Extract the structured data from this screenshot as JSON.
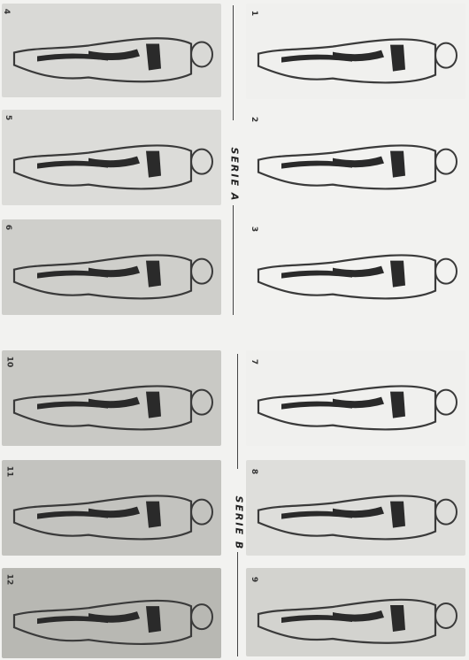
{
  "series": [
    {
      "label": "SERIE A",
      "left_panels": [
        {
          "number": "4",
          "shade": "#d9d9d6"
        },
        {
          "number": "5",
          "shade": "#dcdcd9"
        },
        {
          "number": "6",
          "shade": "#cfcfcb"
        }
      ],
      "right_panels": [
        {
          "number": "1",
          "shade": "#f0f0ee"
        },
        {
          "number": "2",
          "shade": "#f2f2f0"
        },
        {
          "number": "3",
          "shade": "#f2f2f0"
        }
      ]
    },
    {
      "label": "SERIE B",
      "left_panels": [
        {
          "number": "10",
          "shade": "#c9c9c5"
        },
        {
          "number": "11",
          "shade": "#c3c3bf"
        },
        {
          "number": "12",
          "shade": "#b8b8b3"
        }
      ],
      "right_panels": [
        {
          "number": "7",
          "shade": "#f0f0ee"
        },
        {
          "number": "8",
          "shade": "#dededb"
        },
        {
          "number": "9",
          "shade": "#d3d3cf"
        }
      ]
    }
  ]
}
